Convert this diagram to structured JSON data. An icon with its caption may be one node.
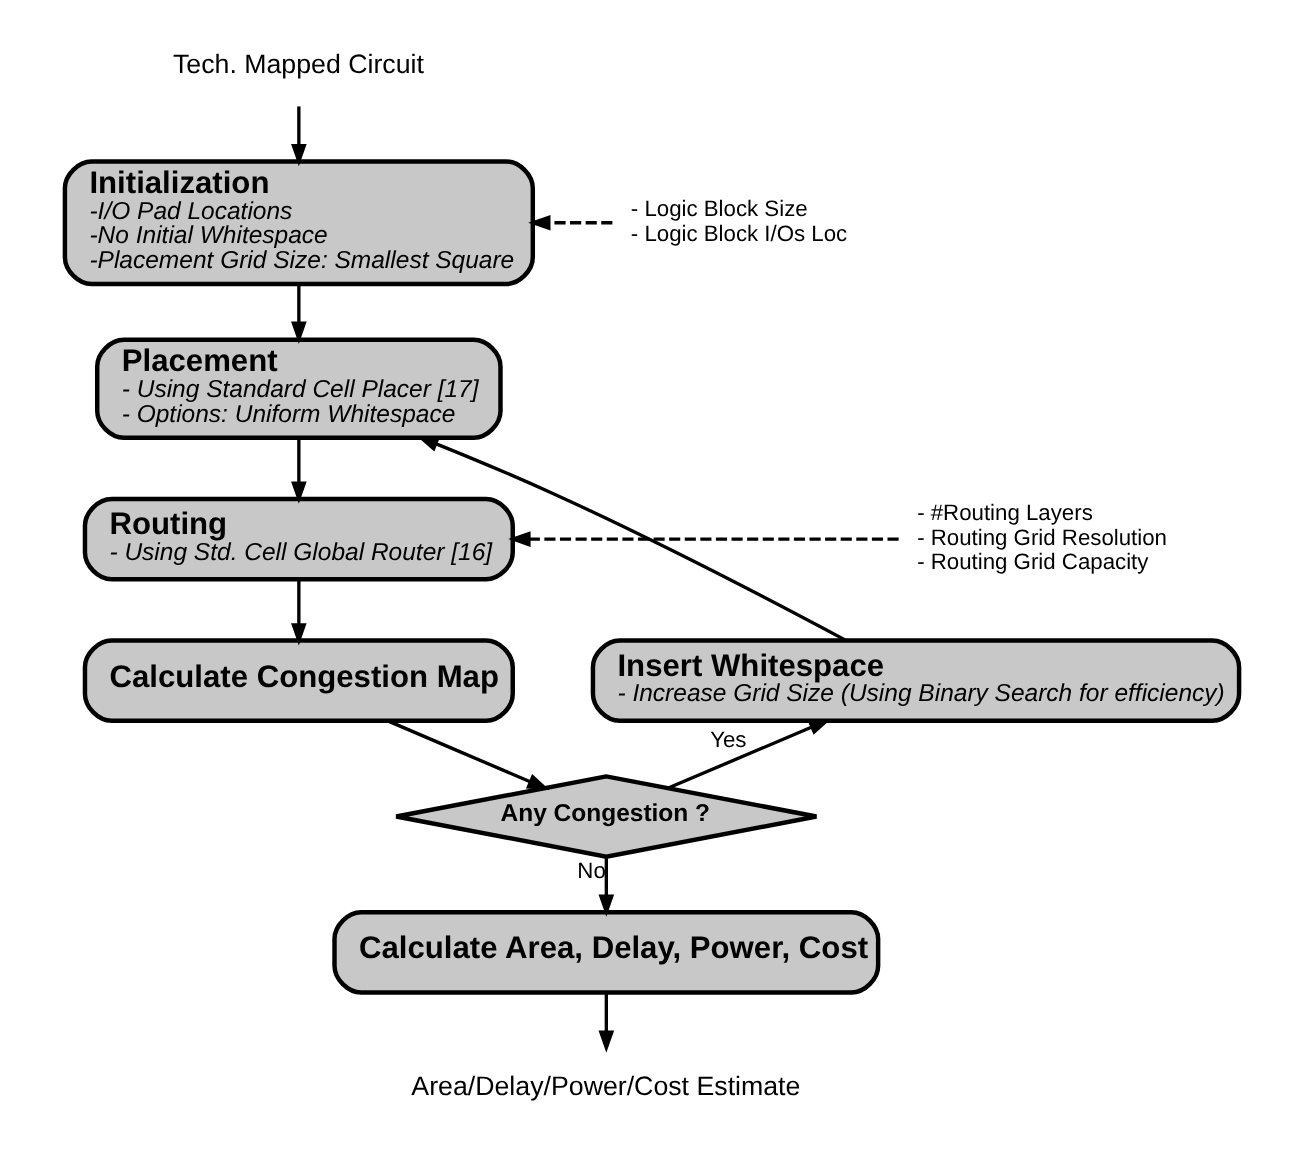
{
  "diagram": {
    "nodes": [
      {
        "text": [
          "Tech. Mapped Circuit"
        ]
      },
      {
        "text": [
          "Initialization",
          "-I/O Pad Locations",
          "-No Initial Whitespace",
          "-Placement Grid Size: Smallest Square"
        ]
      },
      {
        "text": [
          "Placement",
          "- Using Standard Cell Placer [17]",
          "- Options: Uniform Whitespace"
        ]
      },
      {
        "text": [
          "Routing",
          "- Using Std. Cell Global Router [16]"
        ]
      },
      {
        "text": [
          "Calculate Congestion Map"
        ]
      },
      {
        "text": [
          "Any Congestion ?"
        ]
      },
      {
        "text": [
          "Insert Whitespace",
          "- Increase Grid Size (Using Binary Search for efficiency)"
        ]
      },
      {
        "text": [
          "Calculate Area, Delay, Power, Cost"
        ]
      },
      {
        "text": [
          "Area/Delay/Power/Cost Estimate"
        ]
      },
      {
        "text": [
          "- Logic Block Size",
          "- Logic Block I/Os Loc"
        ]
      },
      {
        "text": [
          "- #Routing Layers",
          "- Routing Grid Resolution",
          "- Routing Grid Capacity"
        ]
      }
    ],
    "edges": [
      {
        "from": 0,
        "to": 1,
        "arrow": "to"
      },
      {
        "from": 1,
        "to": 2,
        "arrow": "to"
      },
      {
        "from": 2,
        "to": 3,
        "arrow": "to"
      },
      {
        "from": 3,
        "to": 4,
        "arrow": "to"
      },
      {
        "from": 4,
        "to": 5,
        "arrow": "to"
      },
      {
        "from": 5,
        "to": 6,
        "arrow": "to",
        "label": "Yes"
      },
      {
        "from": 6,
        "to": 2,
        "arrow": "to"
      },
      {
        "from": 5,
        "to": 7,
        "arrow": "to",
        "label": "No"
      },
      {
        "from": 7,
        "to": 8,
        "arrow": "to"
      },
      {
        "from": 9,
        "to": 1,
        "arrow": "to",
        "style": "dashed"
      },
      {
        "from": 10,
        "to": 3,
        "arrow": "to",
        "style": "dashed"
      }
    ]
  }
}
